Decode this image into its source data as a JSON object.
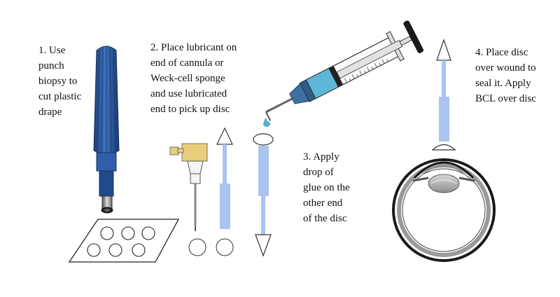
{
  "steps": [
    {
      "number": "1.",
      "text": "Use\npunch\nbiopsy to\ncut plastic\ndrape"
    },
    {
      "number": "2.",
      "text": "Place lubricant on\nend of cannula or\nWeck-cell sponge\nand use lubricated\nend to pick up disc"
    },
    {
      "number": "3.",
      "text": "Apply\ndrop of\nglue on the\nother end\nof the disc"
    },
    {
      "number": "4.",
      "text": "Place disc\nover wound to\nseal it. Apply\nBCL over disc"
    }
  ],
  "colors": {
    "punch_blue": "#2f5fa8",
    "punch_dark": "#1d3f78",
    "stick_blue": "#aac4ee",
    "sponge_yellow": "#e9cf7c",
    "syringe_fluid": "#5db7d6",
    "glue_drop": "#4fb0d6",
    "eye_gray": "#b7b7b7"
  },
  "icons": [
    "punch-biopsy-tool-icon",
    "plastic-drape-icon",
    "cannula-icon",
    "weck-cell-sponge-icon",
    "syringe-icon",
    "glue-drop-icon",
    "eye-cross-section-icon"
  ]
}
